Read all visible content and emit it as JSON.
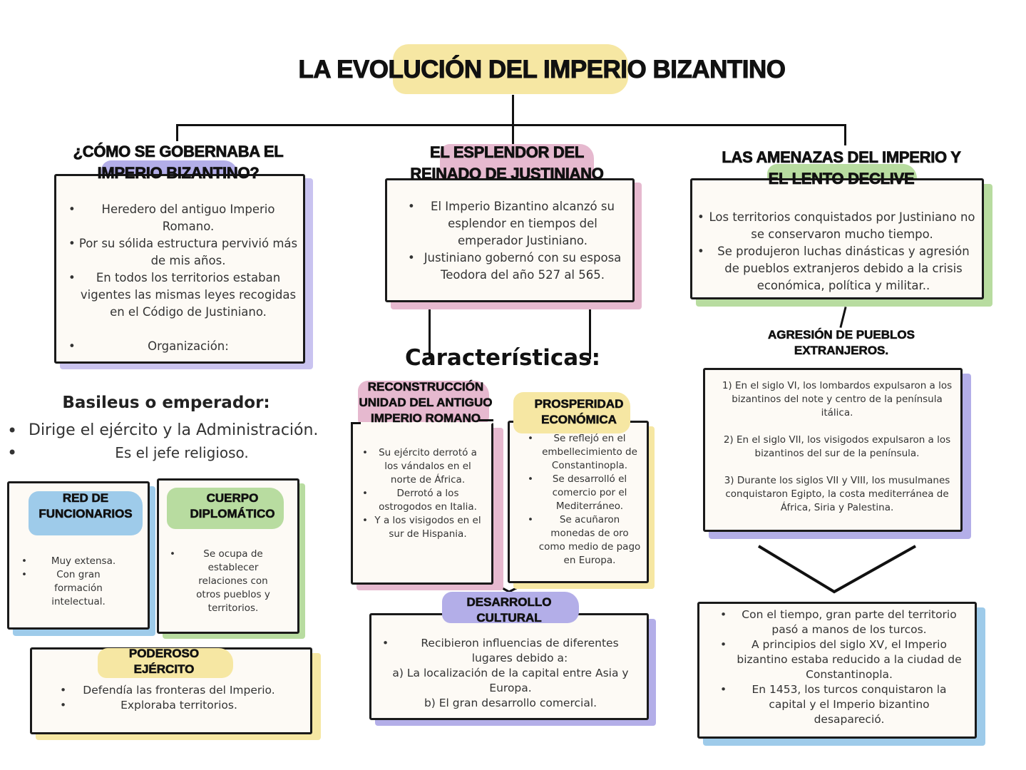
{
  "title": "LA EVOLUCIÓN DEL IMPERIO BIZANTINO",
  "colors": {
    "yellow": "#f6e7a3",
    "purple": "#b3aee8",
    "pink": "#e6b9cf",
    "green": "#b8dca0",
    "blue": "#9ecbea",
    "box_fill": "#fdfaf5",
    "outline": "#1a1a1a"
  },
  "sections": {
    "gobierno": {
      "heading_line1": "¿CÓMO SE GOBERNABA EL",
      "heading_line2": "IMPERIO BIZANTINO?",
      "items": [
        "Heredero del antiguo Imperio Romano.",
        "Por su sólida estructura pervivió más de mis años.",
        "En todos los territorios estaban vigentes las mismas leyes recogidas en el Código de Justiniano.",
        "Organización:"
      ],
      "basileus": {
        "title": "Basileus o emperador:",
        "items": [
          "Dirige el ejército y la Administración.",
          "Es el jefe religioso."
        ]
      },
      "funcionarios": {
        "heading_line1": "RED DE",
        "heading_line2": "FUNCIONARIOS",
        "items": [
          "Muy extensa.",
          "Con gran formación intelectual."
        ]
      },
      "diplomatico": {
        "heading_line1": "CUERPO",
        "heading_line2": "DIPLOMÁTICO",
        "items": [
          "Se ocupa de establecer relaciones con otros pueblos y territorios."
        ]
      },
      "ejercito": {
        "heading_line1": "PODEROSO",
        "heading_line2": "EJÉRCITO",
        "items": [
          "Defendía las fronteras del Imperio.",
          "Exploraba territorios."
        ]
      }
    },
    "justiniano": {
      "heading_line1": "EL ESPLENDOR DEL",
      "heading_line2": "REINADO DE JUSTINIANO",
      "items": [
        "El Imperio Bizantino alcanzó su esplendor en tiempos del emperador Justiniano.",
        "Justiniano gobernó con su esposa Teodora del año 527 al 565."
      ],
      "caracteristicas_label": "Características:",
      "reconstruccion": {
        "heading_line1": "RECONSTRUCCIÓN",
        "heading_line2": "UNIDAD DEL ANTIGUO",
        "heading_line3": "IMPERIO ROMANO",
        "items": [
          "Su ejército derrotó a los vándalos en el norte de África.",
          "Derrotó a los ostrogodos en Italia.",
          "Y a los visigodos en el sur de Hispania."
        ]
      },
      "prosperidad": {
        "heading_line1": "PROSPERIDAD",
        "heading_line2": "ECONÓMICA",
        "items": [
          "Se reflejó en el embellecimiento de Constantinopla.",
          "Se desarrolló el comercio por el Mediterráneo.",
          "Se acuñaron monedas de oro como medio de pago en Europa."
        ]
      },
      "cultural": {
        "heading_line1": "DESARROLLO",
        "heading_line2": "CULTURAL",
        "intro": "Recibieron influencias de diferentes lugares debido a:",
        "point_a": "a) La localización de la capital entre Asia y Europa.",
        "point_b": "b) El gran desarrollo comercial."
      }
    },
    "declive": {
      "heading_line1": "LAS AMENAZAS DEL IMPERIO Y",
      "heading_line2": "EL LENTO DECLIVE",
      "items": [
        "Los territorios conquistados por Justiniano no se conservaron mucho tiempo.",
        "Se produjeron luchas dinásticas y agresión de pueblos extranjeros debido a la crisis económica, política y militar.."
      ],
      "agresion": {
        "heading_line1": "AGRESIÓN DE PUEBLOS",
        "heading_line2": "EXTRANJEROS.",
        "items": [
          "1) En el siglo VI, los lombardos expulsaron a los bizantinos del note y centro de la península itálica.",
          "2) En el siglo VII, los visigodos expulsaron a los bizantinos del sur de la península.",
          "3) Durante los siglos VII y VIII, los musulmanes conquistaron Egipto, la costa mediterránea de África, Siria y Palestina."
        ]
      },
      "final": {
        "items": [
          "Con el tiempo, gran parte del territorio pasó a manos de los turcos.",
          "A principios del siglo XV, el Imperio bizantino estaba reducido a la ciudad de Constantinopla.",
          "En 1453, los turcos conquistaron la capital y el Imperio bizantino desapareció."
        ]
      }
    }
  }
}
